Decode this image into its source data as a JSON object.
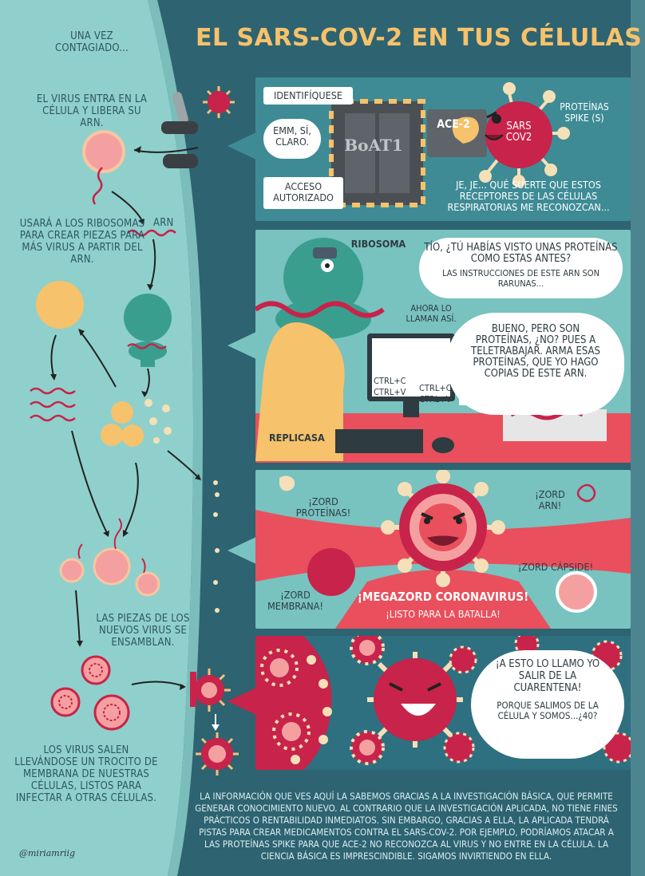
{
  "title": "EL SARS-COV-2 EN TUS CÉLULAS",
  "left": {
    "intro": "UNA VEZ CONTAGIADO...",
    "step1": "EL VIRUS ENTRA EN LA CÉLULA Y LIBERA SU ARN.",
    "arn_label": "ARN",
    "step2": "USARÁ A LOS RIBOSOMAS PARA CREAR PIEZAS PARA MÁS VIRUS A PARTIR DEL ARN.",
    "step3": "LAS PIEZAS DE LOS NUEVOS VIRUS SE ENSAMBLAN.",
    "step4": "LOS VIRUS SALEN LLEVÁNDOSE UN TROCITO DE MEMBRANA DE NUESTRAS CÉLULAS, LISTOS PARA INFECTAR A OTRAS CÉLULAS."
  },
  "panel1": {
    "identify": "IDENTIFÍQUESE",
    "reply": "EMM, SÍ, CLARO.",
    "access": "ACCESO AUTORIZADO",
    "door_label": "BoAT1",
    "ace2": "ACE-2",
    "sars": "SARS COV2",
    "spike": "PROTEÍNAS SPIKE (S)",
    "caption": "JE, JE... QUÉ SUERTE QUE ESTOS RECEPTORES DE LAS CÉLULAS RESPIRATORIAS ME RECONOZCAN..."
  },
  "panel2": {
    "ribosoma": "RIBOSOMA",
    "speech_main": "TÍO, ¿TÚ HABÍAS VISTO UNAS PROTEÍNAS COMO ESTAS ANTES?",
    "speech_sub": "LAS INSTRUCCIONES DE ESTE ARN SON RARUNAS...",
    "ahora": "AHORA LO LLAMAN ASÍ.",
    "reply": "BUENO, PERO SON PROTEÍNAS, ¿NO? PUES A TELETRABAJAR. ARMA ESAS PROTEÍNAS, QUE YO HAGO COPIAS DE ESTE ARN.",
    "ctrl1": "CTRL+C CTRL+V",
    "ctrl2": "CTRL+C CTRL+V",
    "replicasa": "REPLICASA"
  },
  "panel3": {
    "zord_proteinas": "¡ZORD PROTEÍNAS!",
    "zord_arn": "¡ZORD ARN!",
    "zord_capside": "¡ZORD CÁPSIDE!",
    "zord_membrana": "¡ZORD MEMBRANA!",
    "megazord": "¡MEGAZORD CORONAVIRUS!",
    "listo": "¡LISTO PARA LA BATALLA!"
  },
  "panel4": {
    "speech_main": "¡A ESTO LO LLAMO YO SALIR DE LA CUARENTENA!",
    "speech_sub": "PORQUE SALIMOS DE LA CÉLULA Y SOMOS...¿40?"
  },
  "footer": "LA INFORMACIÓN QUE VES AQUÍ LA SABEMOS GRACIAS A LA INVESTIGACIÓN BÁSICA, QUE PERMITE GENERAR CONOCIMIENTO NUEVO. AL CONTRARIO QUE LA INVESTIGACIÓN APLICADA, NO TIENE FINES PRÁCTICOS O RENTABILIDAD INMEDIATOS. SIN EMBARGO, GRACIAS A ELLA, LA APLICADA TENDRÁ PISTAS PARA CREAR MEDICAMENTOS CONTRA EL SARS-COV-2. POR EJEMPLO, PODRÍAMOS ATACAR A LAS PROTEÍNAS SPIKE PARA QUE ACE-2 NO RECONOZCA AL VIRUS Y NO ENTRE EN LA CÉLULA. LA CIENCIA BÁSICA ES IMPRESCINDIBLE. SIGAMOS INVIRTIENDO EN ELLA.",
  "signature": "@miriamriig",
  "colors": {
    "background": "#2e6371",
    "left_panel": "#8fd0cc",
    "title": "#f6c26b",
    "virus": "#c8234a",
    "cell_pink": "#f5a0a0",
    "ribosome_orange": "#f6c26b",
    "ribosome_teal": "#3a9e8f"
  }
}
